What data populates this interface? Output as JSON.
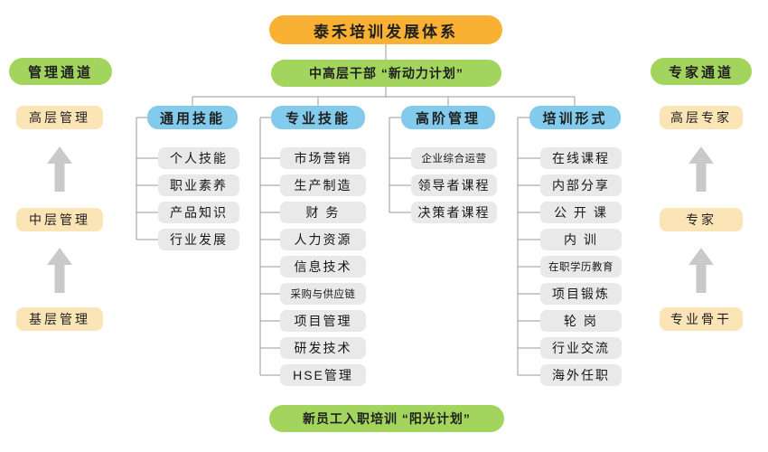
{
  "diagram": {
    "title": "泰禾培训发展体系",
    "top_program": "中高层干部 “新动力计划”",
    "bottom_program": "新员工入职培训 “阳光计划”"
  },
  "left_channel": {
    "title": "管理通道",
    "levels": [
      "高层管理",
      "中层管理",
      "基层管理"
    ]
  },
  "right_channel": {
    "title": "专家通道",
    "levels": [
      "高层专家",
      "专家",
      "专业骨干"
    ]
  },
  "columns": [
    {
      "header": "通用技能",
      "items": [
        "个人技能",
        "职业素养",
        "产品知识",
        "行业发展"
      ]
    },
    {
      "header": "专业技能",
      "items": [
        "市场营销",
        "生产制造",
        "财 务",
        "人力资源",
        "信息技术",
        "采购与供应链",
        "项目管理",
        "研发技术",
        "HSE管理"
      ]
    },
    {
      "header": "高阶管理",
      "items": [
        "企业综合运营",
        "领导者课程",
        "决策者课程"
      ]
    },
    {
      "header": "培训形式",
      "items": [
        "在线课程",
        "内部分享",
        "公 开 课",
        "内 训",
        "在职学历教育",
        "项目锻炼",
        "轮 岗",
        "行业交流",
        "海外任职"
      ]
    }
  ],
  "colors": {
    "title_bg": "#f8b133",
    "program_bg": "#a3d55e",
    "header_bg": "#83cbec",
    "level_bg": "#fbe4b6",
    "item_bg": "#e9e9e9",
    "line": "#999999",
    "arrow": "#c9c9c9"
  }
}
